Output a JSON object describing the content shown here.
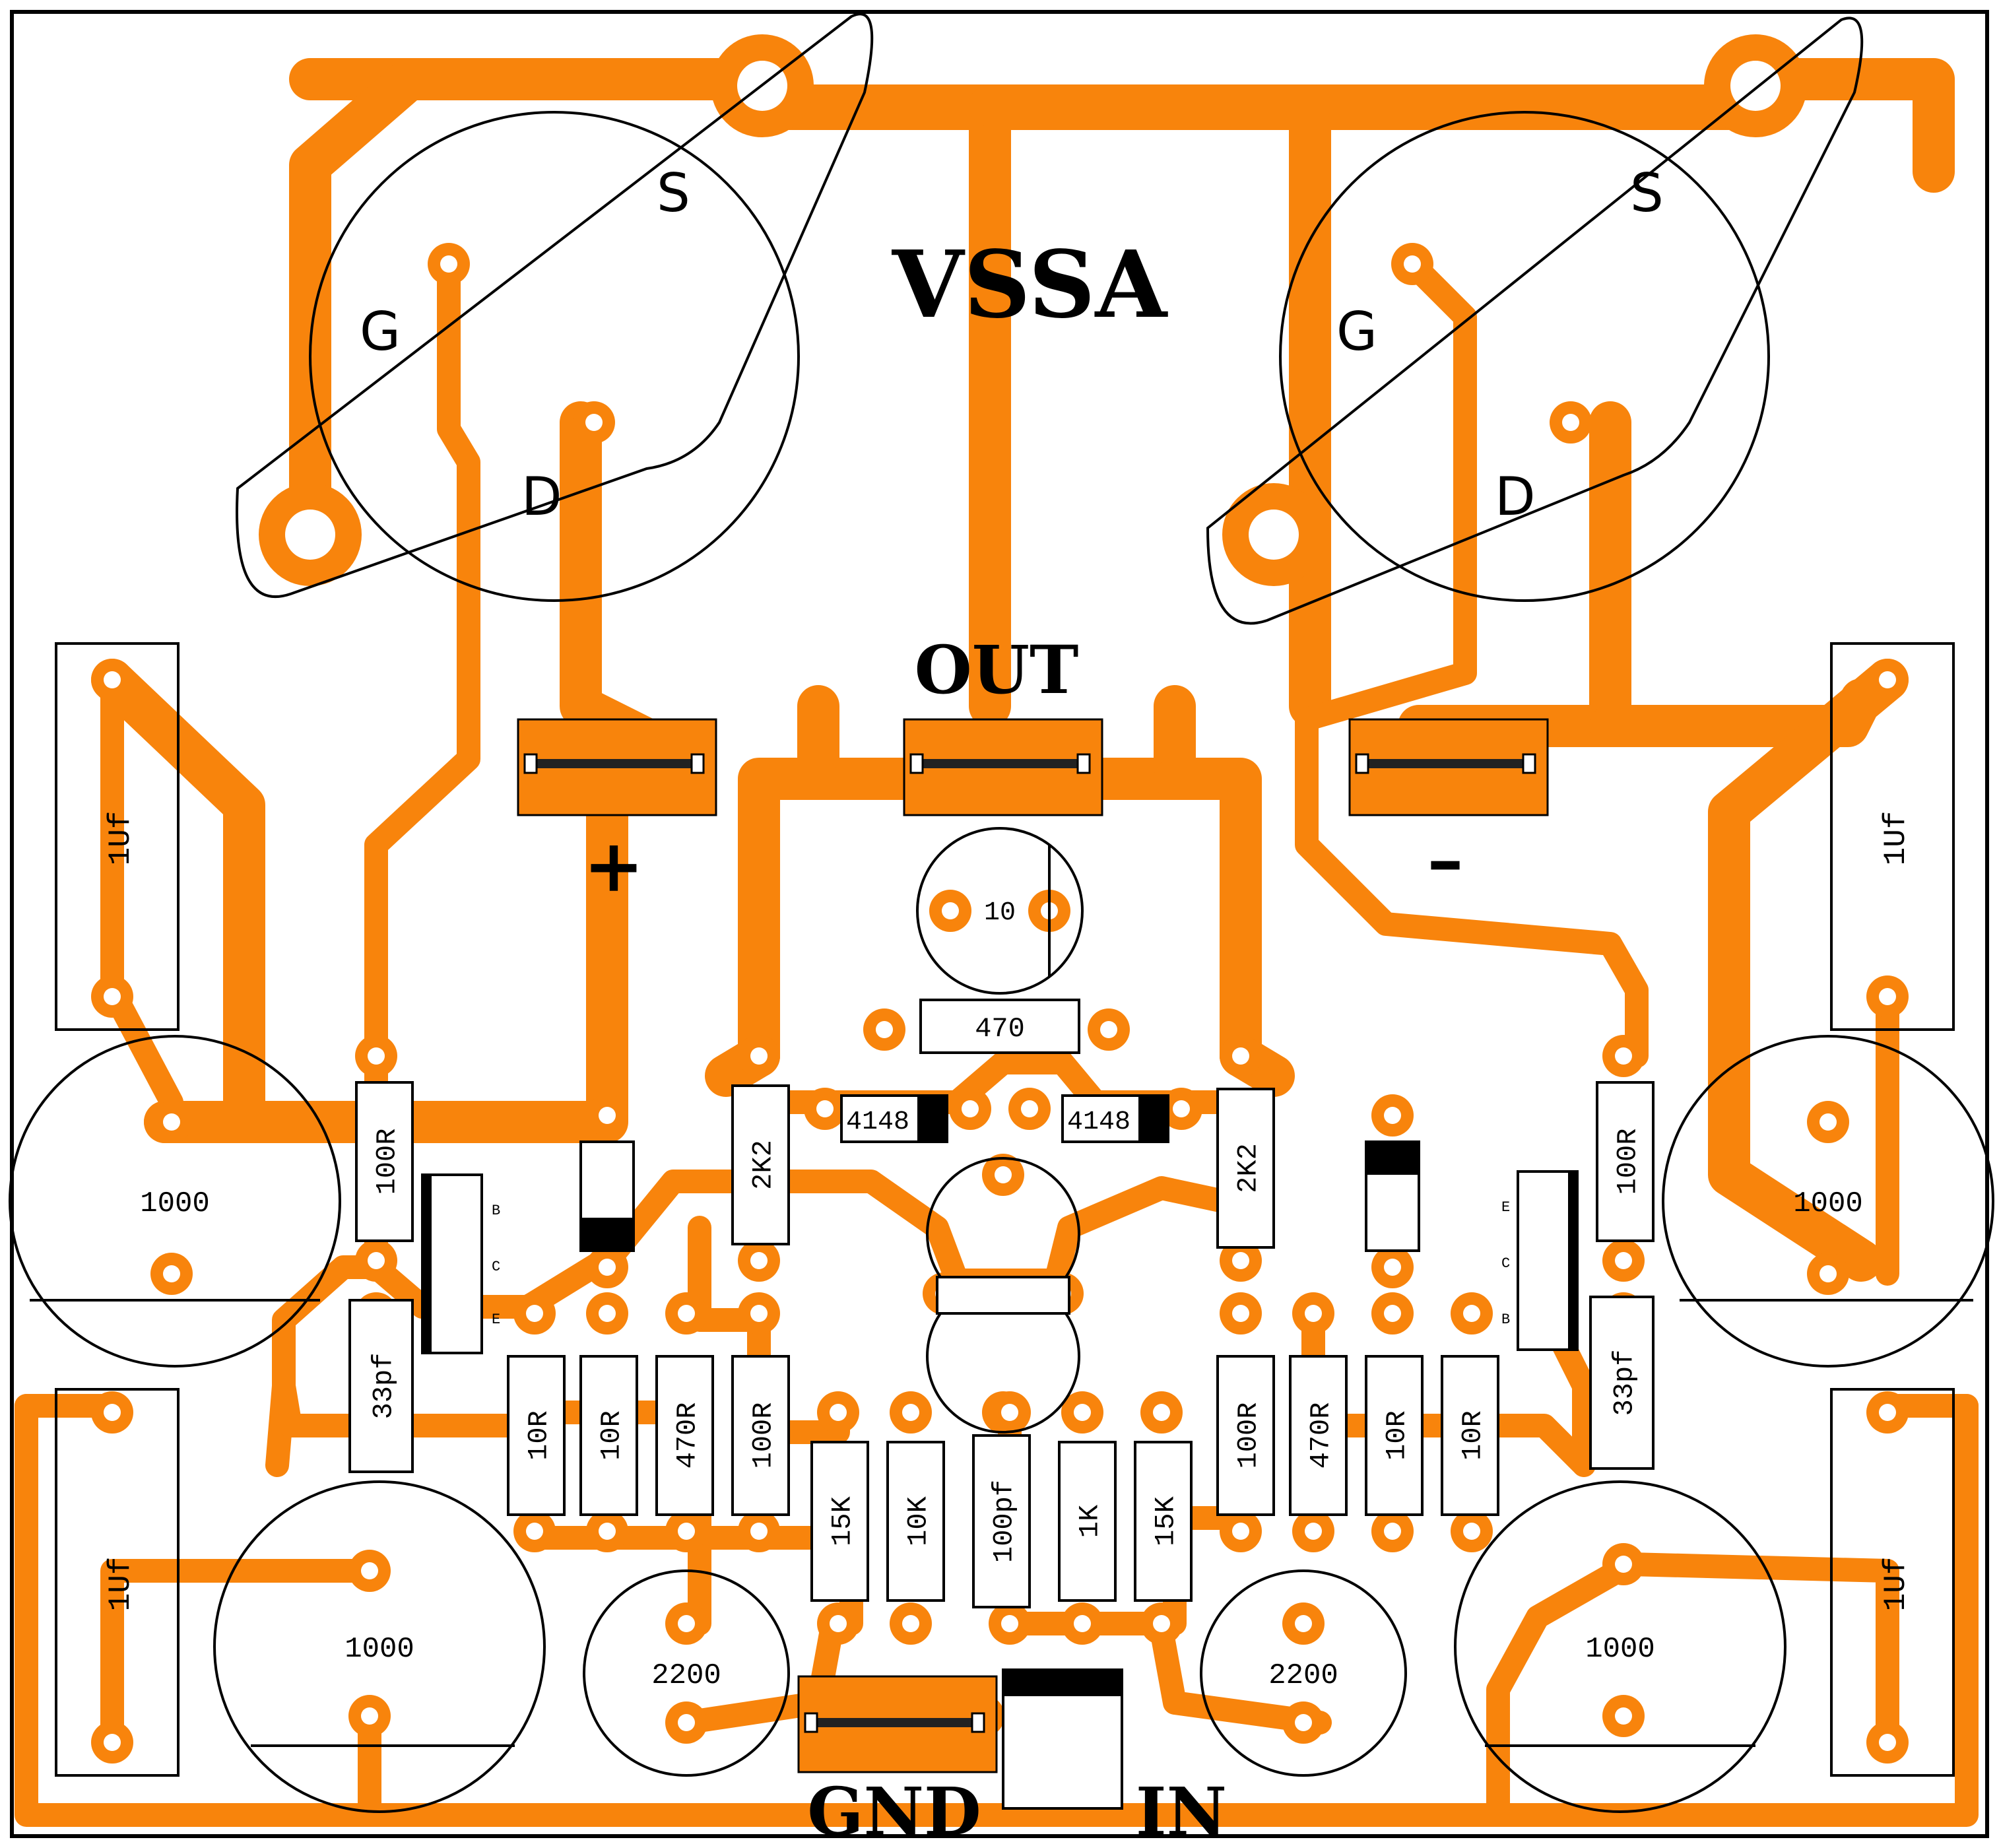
{
  "title": "VSSA",
  "terminals": {
    "out": "OUT",
    "gnd": "GND",
    "in": "IN",
    "plus": "+",
    "minus": "–"
  },
  "mosfet_pins": {
    "g": "G",
    "s": "S",
    "d": "D"
  },
  "transistor_pins": {
    "b": "B",
    "c": "C",
    "e": "E"
  },
  "caps": {
    "film_tl": "1Uf",
    "film_tr": "1Uf",
    "film_bl": "1Uf",
    "film_br": "1Uf",
    "elec_ml": "1000",
    "elec_mr": "1000",
    "elec_bl": "1000",
    "elec_br": "1000",
    "elec_2200_l": "2200",
    "elec_2200_r": "2200",
    "elec_10": "10",
    "c33_l": "33pf",
    "c33_r": "33pf",
    "c100": "100pf"
  },
  "resistors": {
    "r470_top": "470",
    "r100_l": "100R",
    "r100_r": "100R",
    "r2k2_l": "2K2",
    "r2k2_r": "2K2",
    "r10_l1": "10R",
    "r10_l2": "10R",
    "r470_l": "470R",
    "r100_ml": "100R",
    "r15k_l": "15K",
    "r10k": "10K",
    "r1k": "1K",
    "r15k_r": "15K",
    "r100_mr": "100R",
    "r470_r": "470R",
    "r10_r1": "10R",
    "r10_r2": "10R"
  },
  "diodes": {
    "d1": "4148",
    "d2": "4148"
  },
  "colors": {
    "copper": "#F8840C",
    "outline": "#000000",
    "background": "#FFFFFF"
  }
}
